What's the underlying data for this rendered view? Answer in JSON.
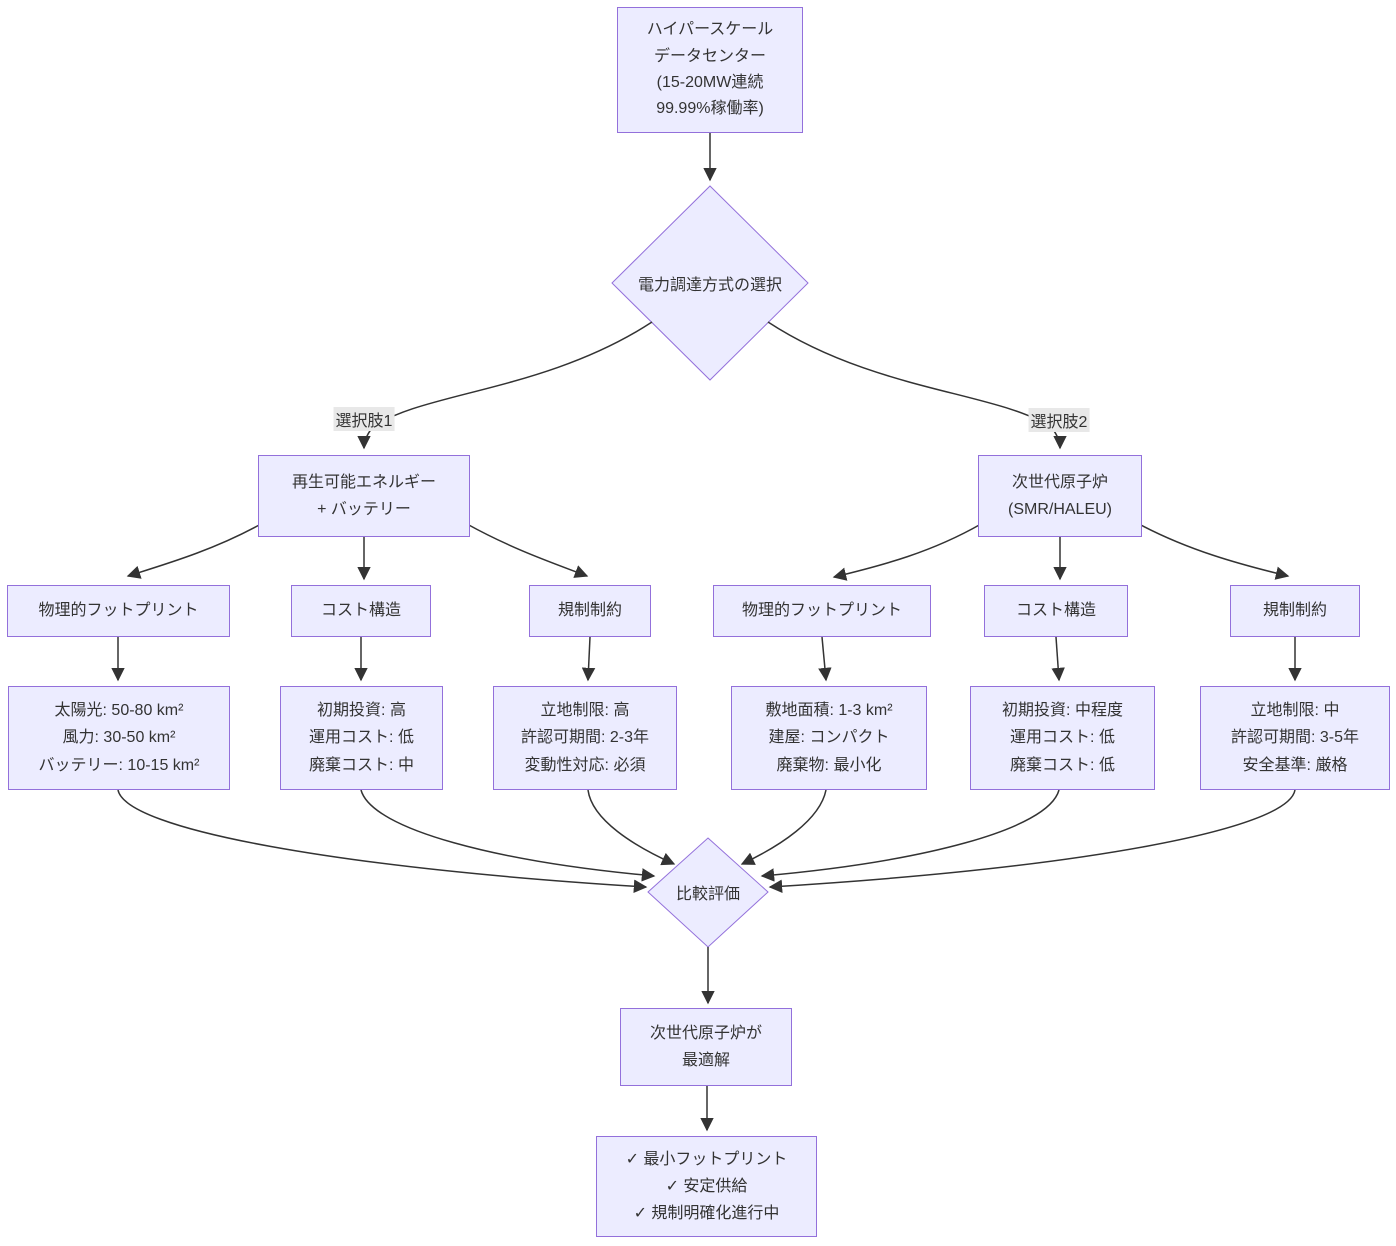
{
  "nodes": {
    "datacenter": {
      "lines": [
        "ハイパースケール",
        "データセンター",
        "(15-20MW連続",
        "99.99%稼働率)"
      ]
    },
    "decision": {
      "label": "電力調達方式の選択"
    },
    "renewable": {
      "lines": [
        "再生可能エネルギー",
        "+ バッテリー"
      ]
    },
    "nuclear": {
      "lines": [
        "次世代原子炉",
        "(SMR/HALEU)"
      ]
    },
    "ren_footprint": {
      "label": "物理的フットプリント"
    },
    "ren_cost": {
      "label": "コスト構造"
    },
    "ren_reg": {
      "label": "規制制約"
    },
    "nuc_footprint": {
      "label": "物理的フットプリント"
    },
    "nuc_cost": {
      "label": "コスト構造"
    },
    "nuc_reg": {
      "label": "規制制約"
    },
    "ren_footprint_detail": {
      "lines": [
        "太陽光: 50-80 km²",
        "風力: 30-50 km²",
        "バッテリー: 10-15 km²"
      ]
    },
    "ren_cost_detail": {
      "lines": [
        "初期投資: 高",
        "運用コスト: 低",
        "廃棄コスト: 中"
      ]
    },
    "ren_reg_detail": {
      "lines": [
        "立地制限: 高",
        "許認可期間: 2-3年",
        "変動性対応: 必須"
      ]
    },
    "nuc_footprint_detail": {
      "lines": [
        "敷地面積: 1-3 km²",
        "建屋: コンパクト",
        "廃棄物: 最小化"
      ]
    },
    "nuc_cost_detail": {
      "lines": [
        "初期投資: 中程度",
        "運用コスト: 低",
        "廃棄コスト: 低"
      ]
    },
    "nuc_reg_detail": {
      "lines": [
        "立地制限: 中",
        "許認可期間: 3-5年",
        "安全基準: 厳格"
      ]
    },
    "compare": {
      "label": "比較評価"
    },
    "conclusion": {
      "lines": [
        "次世代原子炉が",
        "最適解"
      ]
    },
    "benefits": {
      "lines": [
        "✓ 最小フットプリント",
        "✓ 安定供給",
        "✓ 規制明確化進行中"
      ]
    }
  },
  "edge_labels": {
    "option1": "選択肢1",
    "option2": "選択肢2"
  },
  "colors": {
    "node_fill": "#ECECFF",
    "node_border": "#9370DB",
    "edge_line": "#333333",
    "edge_label_bg": "#e8e8e8",
    "text": "#333333",
    "background": "#ffffff"
  }
}
